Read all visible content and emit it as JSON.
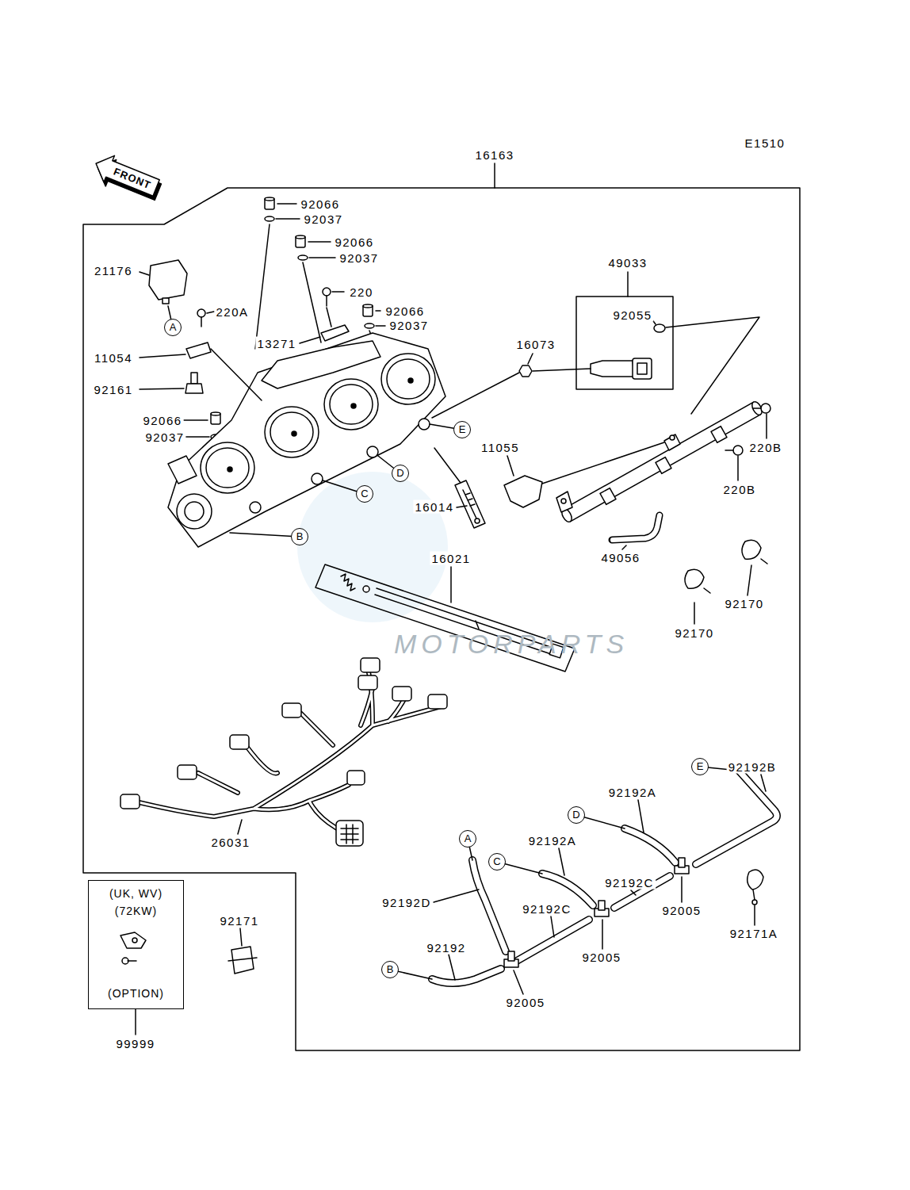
{
  "diagram": {
    "nodes": [
      {
        "text": [
          "A"
        ]
      },
      {
        "text": [
          "E"
        ]
      },
      {
        "text": [
          "D"
        ]
      },
      {
        "text": [
          "C"
        ]
      },
      {
        "text": [
          "B"
        ]
      },
      {
        "text": [
          "E"
        ]
      },
      {
        "text": [
          "D"
        ]
      },
      {
        "text": [
          "A"
        ]
      },
      {
        "text": [
          "C"
        ]
      },
      {
        "text": [
          "(UK, WV)",
          "(72KW)",
          "(OPTION)"
        ]
      },
      {
        "text": [
          "B"
        ]
      }
    ],
    "labels": [
      "E1510",
      "16163",
      "FRONT",
      "92066",
      "92037",
      "92066",
      "92037",
      "21176",
      "49033",
      "220",
      "220A",
      "92066",
      "92037",
      "92055",
      "13271",
      "16073",
      "11054",
      "92161",
      "92066",
      "92037",
      "220B",
      "11055",
      "220B",
      "16014",
      "16021",
      "49056",
      "92170",
      "92170",
      "MOTORPARTS",
      "26031",
      "92192B",
      "92192A",
      "92192A",
      "92192C",
      "92171",
      "92192D",
      "92192C",
      "92005",
      "92171A",
      "92192",
      "92005",
      "92005",
      "99999"
    ]
  }
}
